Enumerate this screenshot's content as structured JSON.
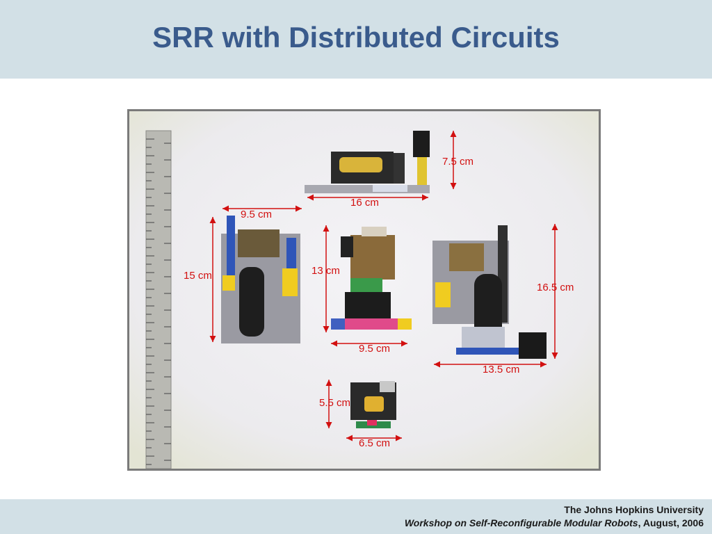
{
  "slide": {
    "title": "SRR with Distributed Circuits"
  },
  "photo": {
    "measurements": {
      "top_height": "7.5 cm",
      "top_width": "16 cm",
      "left_width": "9.5 cm",
      "left_height": "15 cm",
      "center_height": "13 cm",
      "center_width": "9.5 cm",
      "right_height": "16.5 cm",
      "right_width": "13.5 cm",
      "small_height": "5.5 cm",
      "small_width": "6.5 cm"
    }
  },
  "footer": {
    "institution": "The Johns Hopkins University",
    "venue": "Workshop on Self-Reconfigurable Modular Robots",
    "date_suffix": ", August, 2006"
  },
  "colors": {
    "header_bg": "#d2e0e6",
    "title": "#3a5b8c",
    "measurement": "#d21010"
  }
}
